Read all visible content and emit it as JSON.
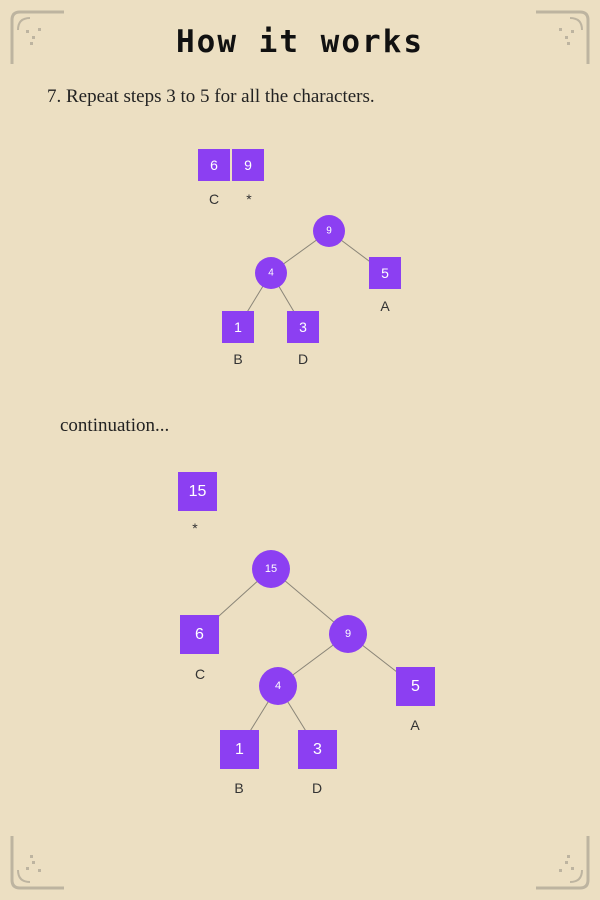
{
  "header": {
    "title": "How it works"
  },
  "step_text": "7. Repeat steps 3 to 5 for all the characters.",
  "continuation_text": "continuation...",
  "colors": {
    "node": "#8c3ff2",
    "edge": "#8a8578",
    "background": "#ecdfc2"
  },
  "diagram1": {
    "queue": [
      {
        "value": "6",
        "label": "C"
      },
      {
        "value": "9",
        "label": "*"
      }
    ],
    "tree": {
      "root": "9",
      "internal": [
        "9",
        "4"
      ],
      "leaves": [
        {
          "value": "5",
          "label": "A"
        },
        {
          "value": "1",
          "label": "B"
        },
        {
          "value": "3",
          "label": "D"
        }
      ]
    }
  },
  "diagram2": {
    "queue": [
      {
        "value": "15",
        "label": "*"
      }
    ],
    "tree": {
      "root": "15",
      "internal": [
        "15",
        "9",
        "4"
      ],
      "leaves": [
        {
          "value": "6",
          "label": "C"
        },
        {
          "value": "5",
          "label": "A"
        },
        {
          "value": "1",
          "label": "B"
        },
        {
          "value": "3",
          "label": "D"
        }
      ]
    }
  }
}
